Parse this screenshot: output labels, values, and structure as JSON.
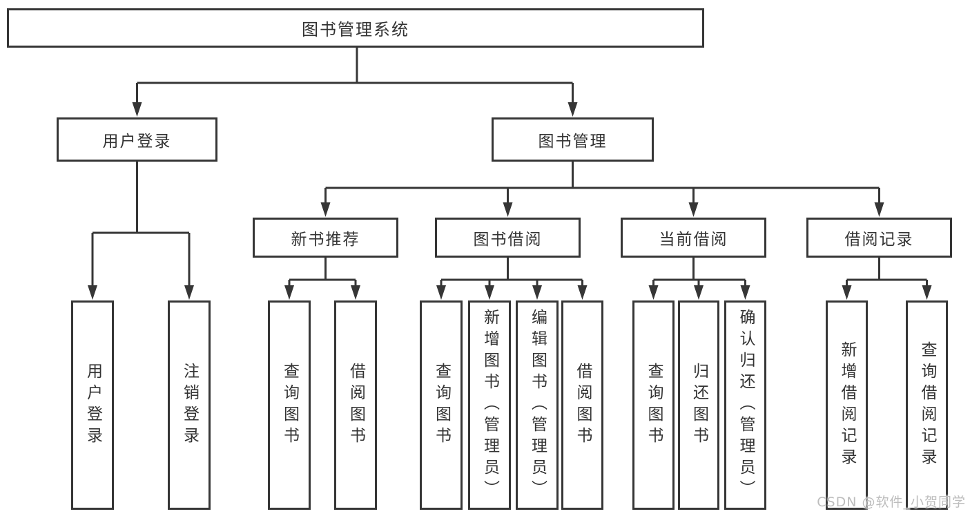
{
  "diagram": {
    "root": "图书管理系统",
    "branches": [
      {
        "label": "用户登录",
        "children": [
          "用户登录",
          "注销登录"
        ]
      },
      {
        "label": "图书管理",
        "groups": [
          {
            "label": "新书推荐",
            "children": [
              "查询图书",
              "借阅图书"
            ]
          },
          {
            "label": "图书借阅",
            "children": [
              "查询图书",
              "新增图书（管理员）",
              "编辑图书（管理员）",
              "借阅图书"
            ]
          },
          {
            "label": "当前借阅",
            "children": [
              "查询图书",
              "归还图书",
              "确认归还（管理员）"
            ]
          },
          {
            "label": "借阅记录",
            "children": [
              "新增借阅记录",
              "查询借阅记录"
            ]
          }
        ]
      }
    ]
  },
  "watermark": "CSDN @软件_小贺同学",
  "colors": {
    "line": "#363636",
    "text": "#333333",
    "watermark": "#bdbdbd",
    "background": "#ffffff"
  }
}
